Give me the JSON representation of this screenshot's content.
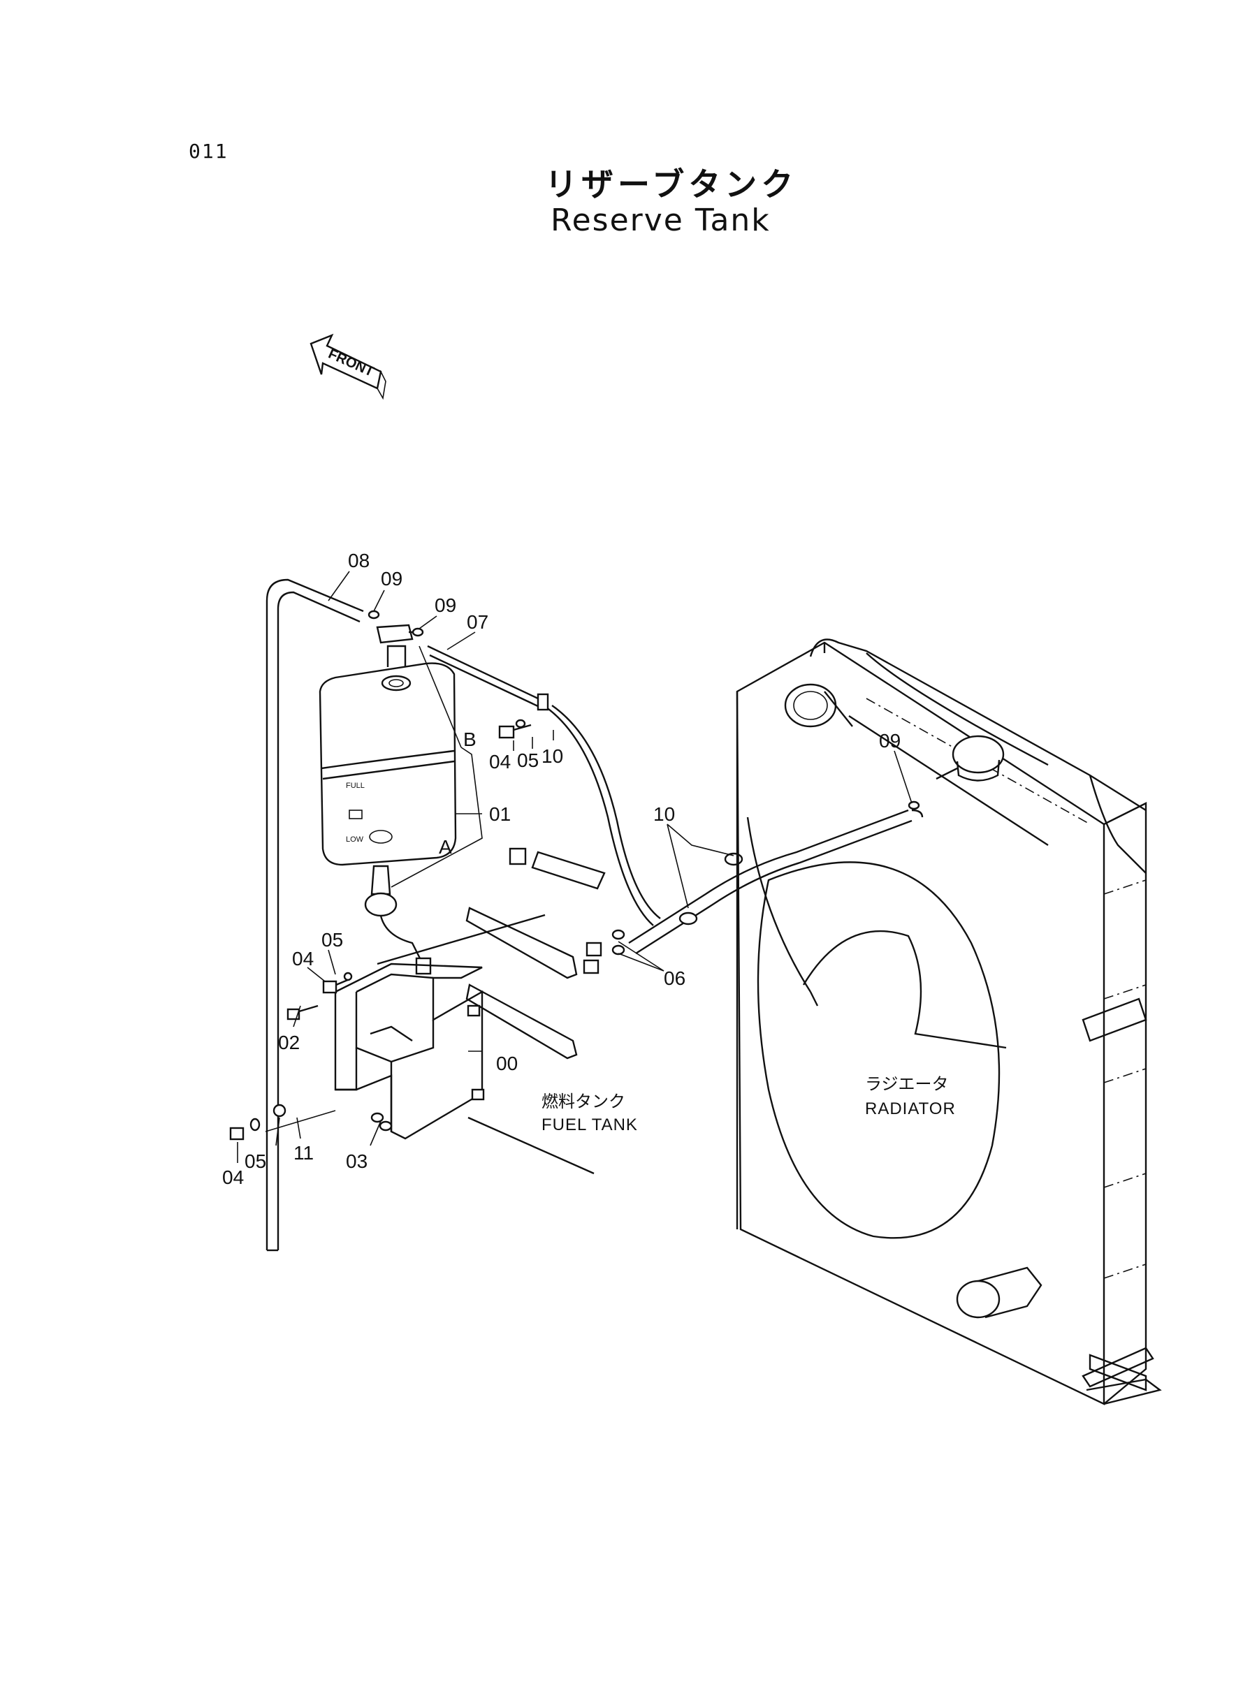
{
  "page_number": "011",
  "title": {
    "japanese": "リザーブタンク",
    "english": "Reserve Tank"
  },
  "front_arrow_label": "FRONT",
  "tank_panel_labels": [
    "FULL",
    "LOW"
  ],
  "labels": {
    "fuel_tank_ja": "燃料タンク",
    "fuel_tank_en": "FUEL TANK",
    "radiator_ja": "ラジエータ",
    "radiator_en": "RADIATOR"
  },
  "callouts": {
    "p00": "00",
    "p01": "01",
    "p02": "02",
    "p03": "03",
    "p04a": "04",
    "p04b": "04",
    "p04c": "04",
    "p05a": "05",
    "p05b": "05",
    "p05c": "05",
    "p06": "06",
    "p07": "07",
    "p08": "08",
    "p09a": "09",
    "p09b": "09",
    "p09c": "09",
    "p10a": "10",
    "p10b": "10",
    "p11": "11",
    "ref_a": "A",
    "ref_b": "B"
  }
}
